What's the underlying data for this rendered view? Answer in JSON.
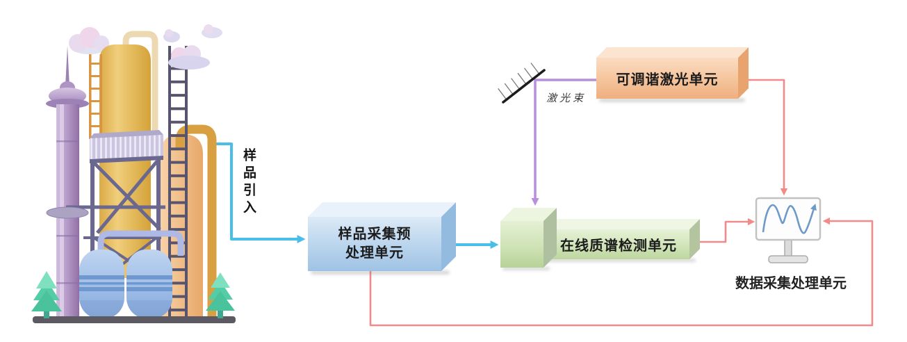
{
  "nodes": {
    "sample_pretreatment": {
      "label_line1": "样品采集预",
      "label_line2": "处理单元"
    },
    "ms_detection": {
      "label": "在线质谱检测单元"
    },
    "tunable_laser": {
      "label": "可调谐激光单元"
    },
    "data_processing": {
      "label": "数据采集处理单元"
    }
  },
  "annotations": {
    "sample_intro": "样品引入",
    "laser_beam": "激光束"
  },
  "icons": {
    "factory": "chemical-plant-illustration",
    "mirror": "mirror-with-hatching",
    "monitor": "waveform-monitor"
  },
  "colors": {
    "sample_flow_arrow": "#49BEE8",
    "laser_arrow": "#B78FDB",
    "data_arrow": "#F28A8A",
    "laser_box": "#F5C9A4",
    "pretreatment_box": "#BCD6EE",
    "detection_box": "#D3E6BC",
    "monitor_wave": "#6E9AC8"
  }
}
